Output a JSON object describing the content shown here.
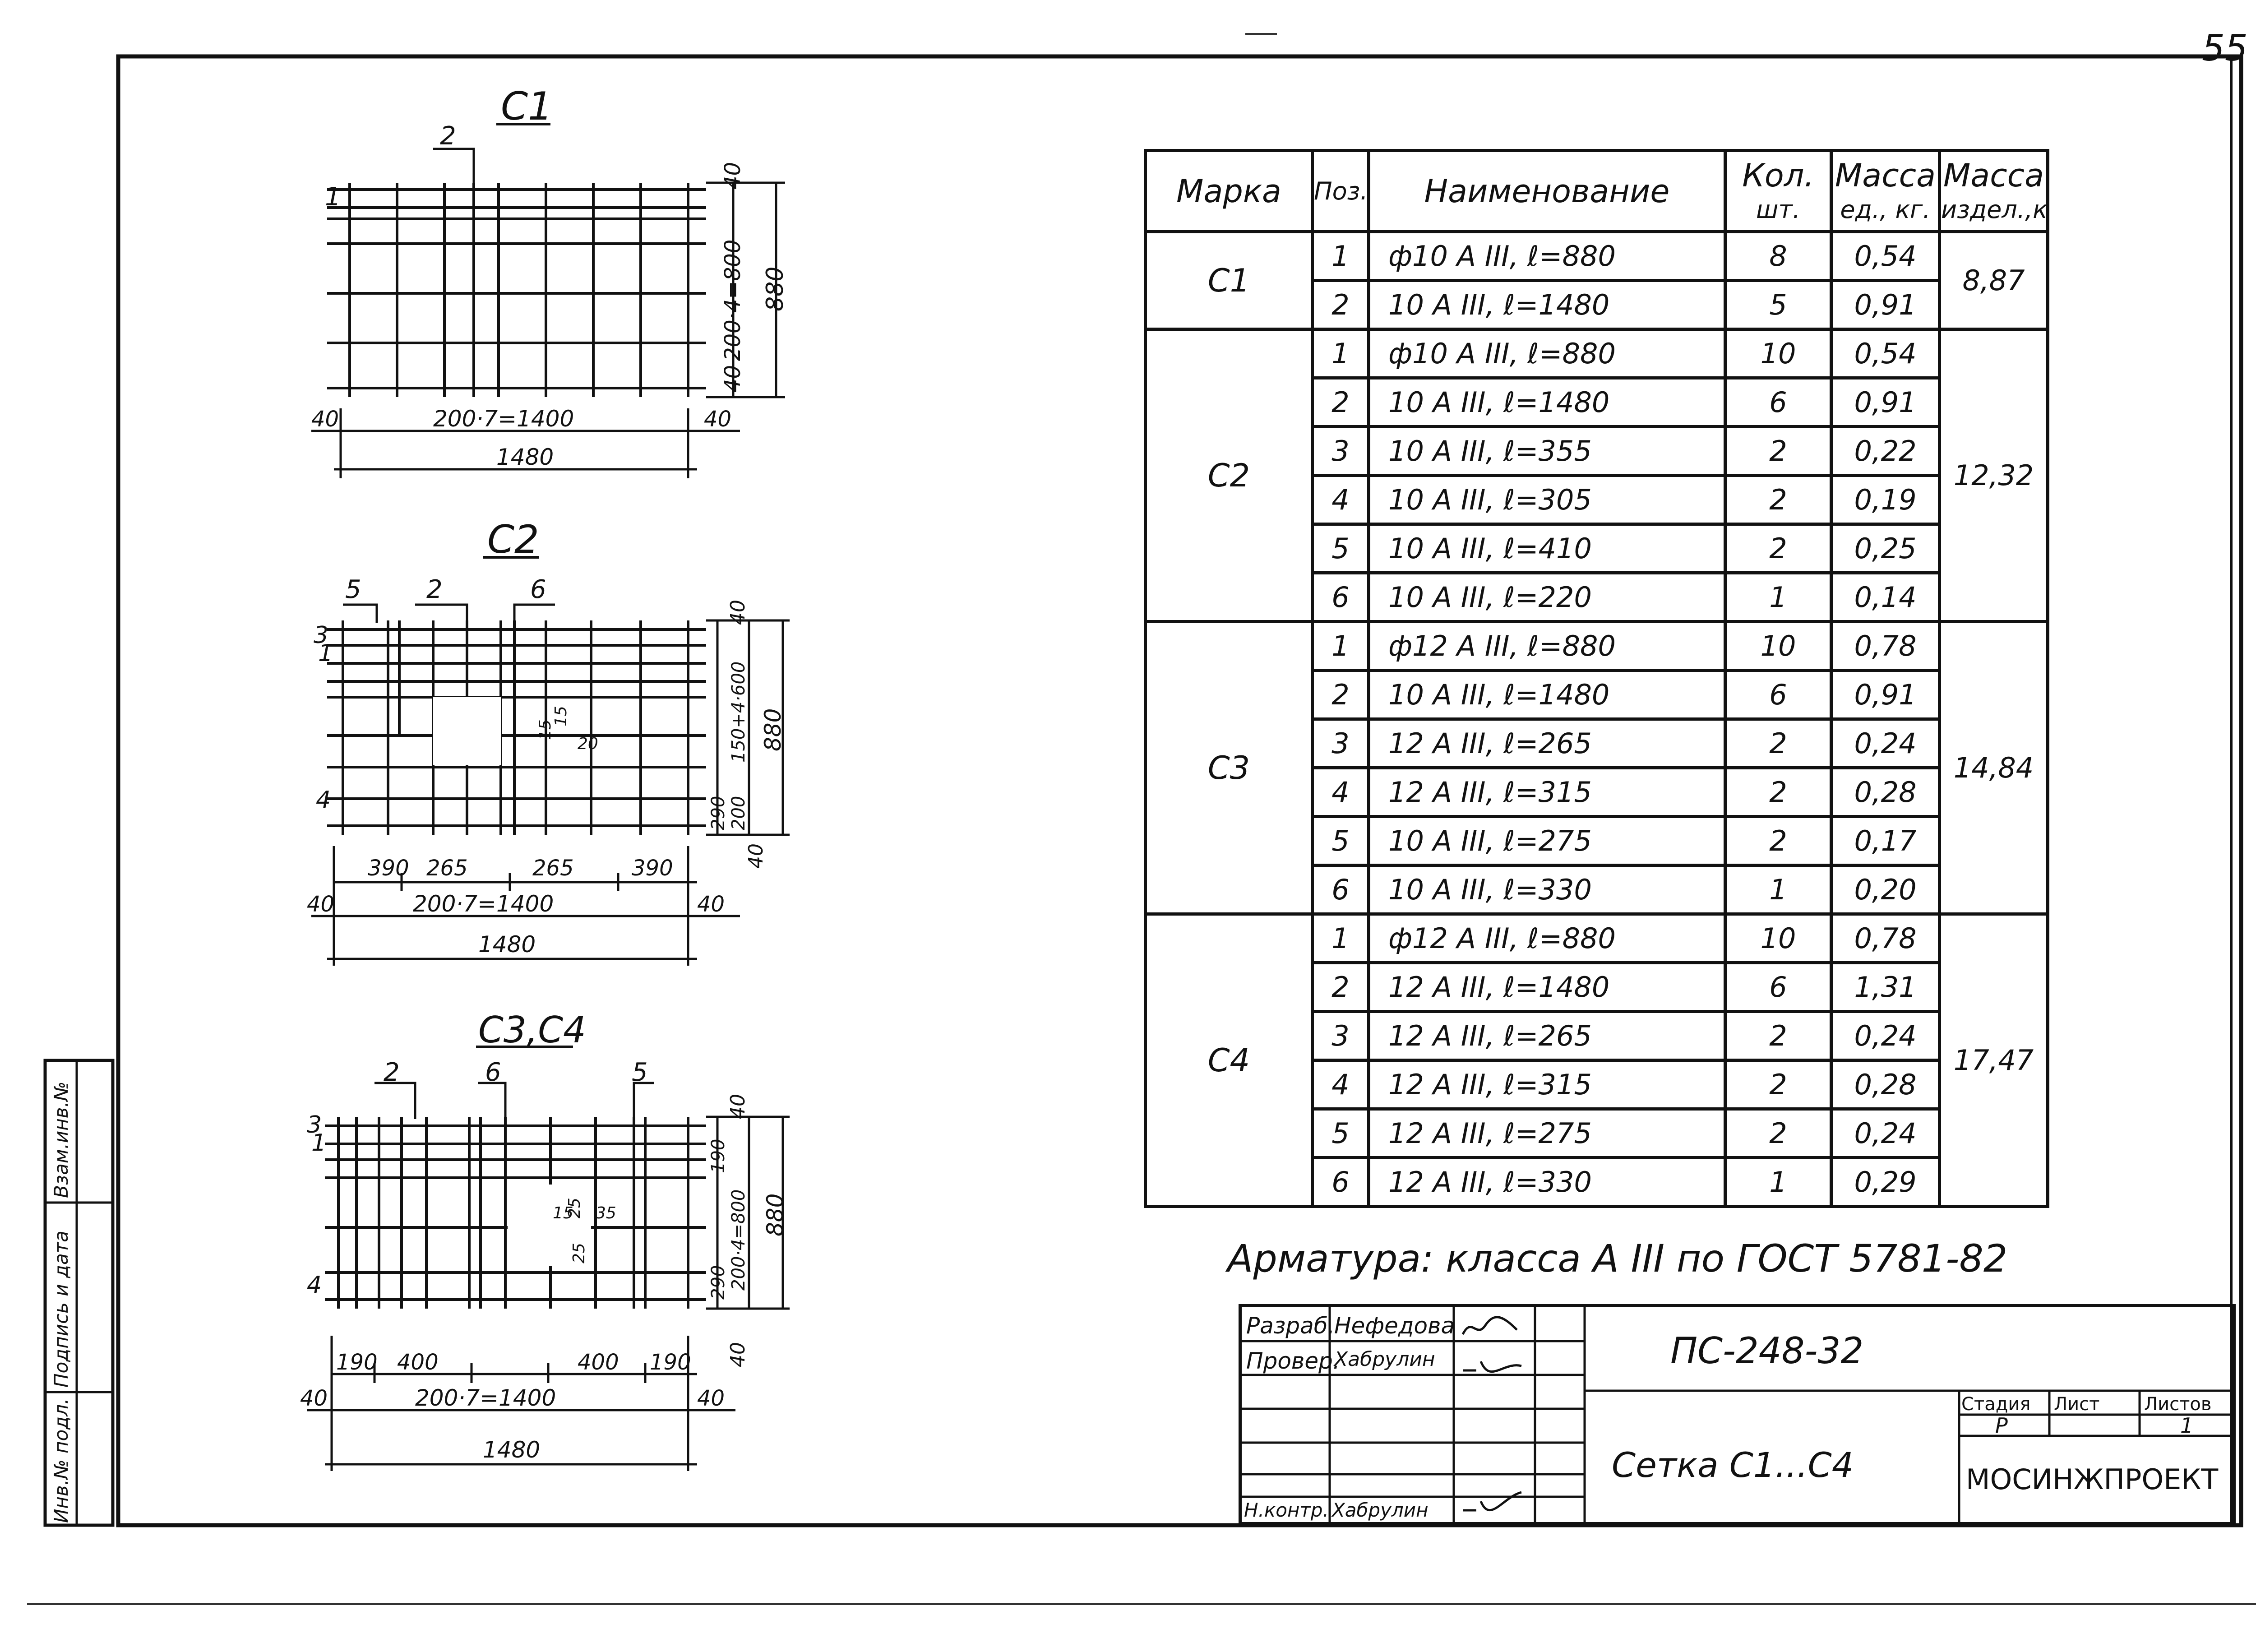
{
  "sheet_number": "55",
  "drawings": [
    {
      "title": "С1",
      "positions": [
        "1",
        "2"
      ],
      "dims": {
        "left_edge": "40",
        "right_edge": "40",
        "bottom_span": "200·7=1400",
        "overall": "1480",
        "right_top": "40",
        "right_middle": "200·4=800",
        "right_bottom": "40",
        "right_overall": "880"
      }
    },
    {
      "title": "С2",
      "positions": [
        "5",
        "2",
        "6",
        "3",
        "1",
        "4"
      ],
      "dims": {
        "left_edge": "40",
        "right_edge": "40",
        "segments": [
          "390",
          "265",
          "265",
          "390"
        ],
        "bottom_span": "200·7=1400",
        "overall": "1480",
        "right_top": "40",
        "right_middle": "150+4·600",
        "right_bottom_a": "290",
        "right_bottom_b": "200",
        "right_bottom_c": "40",
        "right_overall": "880",
        "inner_a": "15",
        "inner_b": "15",
        "inner_c": "20"
      }
    },
    {
      "title": "С3,С4",
      "positions": [
        "2",
        "6",
        "5",
        "3",
        "1",
        "4"
      ],
      "dims": {
        "left_edge": "40",
        "right_edge": "40",
        "segments": [
          "190",
          "400",
          "400",
          "190"
        ],
        "bottom_span": "200·7=1400",
        "overall": "1480",
        "right_top": "40",
        "right_upper": "190",
        "right_middle": "200·4=800",
        "right_lower": "290",
        "right_bottom": "40",
        "right_overall": "880",
        "inner_a": "15",
        "inner_b": "25",
        "inner_c": "35",
        "inner_d": "25"
      }
    }
  ],
  "spec_table": {
    "headers": {
      "mark": "Марка",
      "pos": "Поз.",
      "name": "Наименование",
      "qty_1": "Кол.",
      "qty_2": "шт.",
      "unit_mass_1": "Масса",
      "unit_mass_2": "ед., кг.",
      "item_mass_1": "Масса",
      "item_mass_2": "издел.,кг"
    },
    "groups": [
      {
        "mark": "С1",
        "total": "8,87",
        "rows": [
          {
            "pos": "1",
            "name": "ф10 A III, ℓ=880",
            "qty": "8",
            "mass": "0,54"
          },
          {
            "pos": "2",
            "name": "10 A III, ℓ=1480",
            "qty": "5",
            "mass": "0,91"
          }
        ]
      },
      {
        "mark": "С2",
        "total": "12,32",
        "rows": [
          {
            "pos": "1",
            "name": "ф10 A III, ℓ=880",
            "qty": "10",
            "mass": "0,54"
          },
          {
            "pos": "2",
            "name": "10 A III, ℓ=1480",
            "qty": "6",
            "mass": "0,91"
          },
          {
            "pos": "3",
            "name": "10 A III, ℓ=355",
            "qty": "2",
            "mass": "0,22"
          },
          {
            "pos": "4",
            "name": "10 A III, ℓ=305",
            "qty": "2",
            "mass": "0,19"
          },
          {
            "pos": "5",
            "name": "10 A III, ℓ=410",
            "qty": "2",
            "mass": "0,25"
          },
          {
            "pos": "6",
            "name": "10 A III, ℓ=220",
            "qty": "1",
            "mass": "0,14"
          }
        ]
      },
      {
        "mark": "С3",
        "total": "14,84",
        "rows": [
          {
            "pos": "1",
            "name": "ф12 A III, ℓ=880",
            "qty": "10",
            "mass": "0,78"
          },
          {
            "pos": "2",
            "name": "10 A III, ℓ=1480",
            "qty": "6",
            "mass": "0,91"
          },
          {
            "pos": "3",
            "name": "12 A III, ℓ=265",
            "qty": "2",
            "mass": "0,24"
          },
          {
            "pos": "4",
            "name": "12 A III, ℓ=315",
            "qty": "2",
            "mass": "0,28"
          },
          {
            "pos": "5",
            "name": "10 A III, ℓ=275",
            "qty": "2",
            "mass": "0,17"
          },
          {
            "pos": "6",
            "name": "10 A III, ℓ=330",
            "qty": "1",
            "mass": "0,20"
          }
        ]
      },
      {
        "mark": "С4",
        "total": "17,47",
        "rows": [
          {
            "pos": "1",
            "name": "ф12 A III, ℓ=880",
            "qty": "10",
            "mass": "0,78"
          },
          {
            "pos": "2",
            "name": "12 A III, ℓ=1480",
            "qty": "6",
            "mass": "1,31"
          },
          {
            "pos": "3",
            "name": "12 A III, ℓ=265",
            "qty": "2",
            "mass": "0,24"
          },
          {
            "pos": "4",
            "name": "12 A III, ℓ=315",
            "qty": "2",
            "mass": "0,28"
          },
          {
            "pos": "5",
            "name": "12 A III, ℓ=275",
            "qty": "2",
            "mass": "0,24"
          },
          {
            "pos": "6",
            "name": "12 A III, ℓ=330",
            "qty": "1",
            "mass": "0,29"
          }
        ]
      }
    ]
  },
  "note": "Арматура: класса A III по ГОСТ 5781-82",
  "title_block": {
    "roles": [
      {
        "role": "Разраб.",
        "name": "Нефедова"
      },
      {
        "role": "Провер.",
        "name": "Хабрулин"
      },
      {
        "role": "Н.контр.",
        "name": "Хабрулин"
      }
    ],
    "document_code": "ПС-248-32",
    "drawing_title": "Сетка С1...С4",
    "stage_label": "Стадия",
    "sheet_label": "Лист",
    "sheets_label": "Листов",
    "stage": "Р",
    "sheet": "",
    "sheets": "1",
    "organization": "МОСИНЖПРОЕКТ"
  },
  "left_stamp": {
    "labels": [
      "Инв.№ подл.",
      "Подпись и дата",
      "Взам.инв.№"
    ]
  }
}
